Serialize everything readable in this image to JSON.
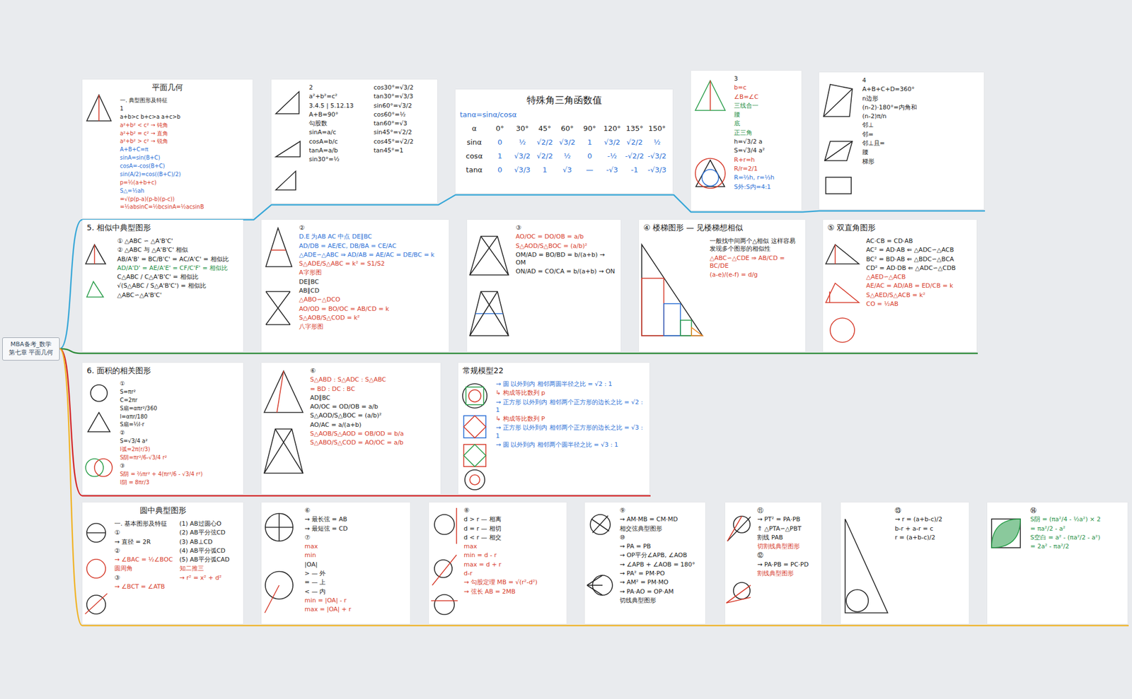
{
  "diagram": {
    "nodes": [
      {
        "text": [
          "MBA备考_数学 第七章 平面几何"
        ]
      },
      {
        "text": [
          "平面几何",
          "一. 典型图形及特征",
          "1",
          "a+b>c b+c>a a+c>b",
          "a²+b² < c² → 钝角",
          "a²+b² = c² → 直角",
          "a²+b² > c² → 锐角",
          "A+B+C=π",
          "sinA=sin(B+C)",
          "cosA=-cos(B+C)",
          "sin(A/2)=cos((B+C)/2)",
          "p=½(a+b+c)",
          "S△=½ah",
          "=√(p(p-a)(p-b)(p-c))",
          "=½absinC=½bcsinA=½acsinB"
        ]
      },
      {
        "text": [
          "2",
          "a²+b²=c²",
          "3.4.5 | 5.12.13",
          "A+B=90°",
          "勾股数",
          "sinA=a/c",
          "cosA=b/c",
          "tanA=a/b",
          "sin30°=½",
          "cos30°=√3/2",
          "tan30°=√3/3",
          "sin60°=√3/2",
          "cos60°=½",
          "tan60°=√3",
          "sin45°=√2/2",
          "cos45°=√2/2",
          "tan45°=1"
        ]
      },
      {
        "text": [
          "特殊角三角函数值",
          "tanα=sinα/cosα",
          "α",
          "0°",
          "30°",
          "45°",
          "60°",
          "90°",
          "120°",
          "135°",
          "150°",
          "sinα",
          "0",
          "½",
          "√2/2",
          "√3/2",
          "1",
          "√3/2",
          "√2/2",
          "½",
          "cosα",
          "1",
          "√3/2",
          "√2/2",
          "½",
          "0",
          "-½",
          "-√2/2",
          "-√3/2",
          "tanα",
          "0",
          "√3/3",
          "1",
          "√3",
          "—",
          "-√3",
          "-1",
          "-√3/3"
        ]
      },
      {
        "text": [
          "3",
          "b=c",
          "∠B=∠C",
          "三线合一",
          "腰",
          "底",
          "正三角",
          "h=√3/2 a",
          "S=√3/4 a²",
          "R+r=h",
          "R/r=2/1",
          "R=⅔h, r=⅓h",
          "S外:S内=4:1"
        ]
      },
      {
        "text": [
          "4",
          "A+B+C+D=360°",
          "n边形",
          "(n-2)·180°=内角和",
          "(n-2)π/n",
          "邻⊥",
          "邻=",
          "邻⊥且=",
          "腰",
          "梯形"
        ]
      },
      {
        "text": [
          "5. 相似中典型图形",
          "① △ABC ∽ △A'B'C'",
          "② △ABC 与 △A'B'C' 相似",
          "AB/A'B' = BC/B'C' = AC/A'C' = 相似比",
          "AD/A'D' = AE/A'E' = CF/C'F' = 相似比",
          "C△ABC / C△A'B'C' = 相似比",
          "√(S△ABC / S△A'B'C') = 相似比",
          "△ABC∽△A'B'C'"
        ]
      },
      {
        "text": [
          "②",
          "D.E 为AB AC 中点 DE∥BC",
          "AD/DB = AE/EC, DB/BA = CE/AC",
          "△ADE∽△ABC ⇒ AD/AB = AE/AC = DE/BC = k",
          "S△ADE/S△ABC = k² = S1/S2",
          "A字形图",
          "DE∥BC",
          "AB∥CD",
          "△ABO∽△DCO",
          "AO/OD = BO/OC = AB/CD = k",
          "S△AOB/S△COD = k²",
          "八字形图"
        ]
      },
      {
        "text": [
          "③",
          "AO/OC = DO/OB = a/b",
          "S△AOD/S△BOC = (a/b)²",
          "OM/AD = BO/BD = b/(a+b) → OM",
          "ON/AD = CO/CA = b/(a+b) → ON"
        ]
      },
      {
        "text": [
          "④ 楼梯图形 — 见楼梯想相似",
          "一般找中间两个△相似 这样容易发现多个图形的相似性",
          "△ABC∽△CDE ⇒ AB/CD = BC/DE",
          "(a-e)/(e-f) = d/g"
        ]
      },
      {
        "text": [
          "⑤ 双直角图形",
          "AC·CB = CD·AB",
          "AC² = AD·AB ⇐ △ADC∽△ACB",
          "BC² = BD·AB ⇐ △BDC∽△BCA",
          "CD² = AD·DB ⇐ △ADC∽△CDB",
          "△AED∽△ACB",
          "AE/AC = AD/AB = ED/CB = k",
          "S△AED/S△ACB = k²",
          "CO = ½AB"
        ]
      },
      {
        "text": [
          "6. 面积的相关图形",
          "①",
          "S=πr²",
          "C=2πr",
          "S扇=απr²/360",
          "l=απr/180",
          "S扇=½l·r",
          "②",
          "S=√3/4 a²",
          "l弧=2π(r/3)",
          "S阴=πr²/6-√3/4 r²",
          "③",
          "S阴 = ⅔πr² + 4(πr²/6 - √3/4 r²)",
          "l阴 = 8πr/3"
        ]
      },
      {
        "text": [
          "⑥",
          "S△ABD : S△ADC : S△ABC",
          "= BD : DC : BC",
          "AD∥BC",
          "AO/OC = OD/OB = a/b",
          "S△AOD/S△BOC = (a/b)²",
          "AO/AC = a/(a+b)",
          "S△AOB/S△AOD = OB/OD = b/a",
          "S△ABO/S△COD = AO/OC = a/b"
        ]
      },
      {
        "text": [
          "常规模型22",
          "→ 圆 以外到内 相邻两圆半径之比 = √2 : 1",
          "↳ 构成等比数列 p",
          "→ 正方形 以外到内 相邻两个正方形的边长之比 = √2 : 1",
          "↳ 构成等比数列 P",
          "→ 正方形 以外到内 相邻两个正方形的边长之比 = √3 : 1",
          "→ 圆 以外到内 相邻两个圆半径之比 = √3 : 1"
        ]
      },
      {
        "text": [
          "圆中典型图形",
          "一. 基本图形及特征",
          "①",
          "→ 直径 = 2R",
          "②",
          "→ ∠BAC = ½∠BOC",
          "圆周角",
          "③",
          "→ ∠BCT = ∠ATB",
          "(1) AB过圆心O",
          "(2) AB平分弦CD",
          "(3) AB⊥CD",
          "(4) AB平分弧CD",
          "(5) AB平分弧CAD",
          "知二推三",
          "→ r² = x² + d²"
        ]
      },
      {
        "text": [
          "⑥",
          "→ 最长弦 = AB",
          "→ 最短弦 = CD",
          "⑦",
          "max",
          "min",
          "|OA|",
          "> — 外",
          "= — 上",
          "< — 内",
          "min = |OA| - r",
          "max = |OA| + r"
        ]
      },
      {
        "text": [
          "⑧",
          "d > r — 相离",
          "d = r — 相切",
          "d < r — 相交",
          "max",
          "min = d - r",
          "max = d + r",
          "d-r",
          "→ 勾股定理 MB = √(r²-d²)",
          "→ 弦长 AB = 2MB"
        ]
      },
      {
        "text": [
          "⑨",
          "→ AM·MB = CM·MD",
          "相交弦典型图形",
          "⑩",
          "→ PA = PB",
          "→ OP平分∠APB, ∠AOB",
          "→ ∠APB + ∠AOB = 180°",
          "→ PA² = PM·PO",
          "→ AM² = PM·MO",
          "→ PA·AO = OP·AM",
          "切线典型图形"
        ]
      },
      {
        "text": [
          "⑪",
          "→ PT² = PA·PB",
          "⇑ △PTA∽△PBT",
          "割线 PAB",
          "切割线典型图形",
          "⑫",
          "→ PA·PB = PC·PD",
          "割线典型图形"
        ]
      },
      {
        "text": [
          "⑬",
          "→ r = (a+b-c)/2",
          "b-r + a-r = c",
          "r = (a+b-c)/2"
        ]
      },
      {
        "text": [
          "⑭",
          "S阴 = (πa²/4 - ½a²) × 2",
          "= πa²/2 - a²",
          "S空白 = a² - (πa²/2 - a²)",
          "= 2a² - πa²/2"
        ]
      }
    ],
    "edges": [
      {
        "from": 0,
        "to": 1,
        "arrow": "none"
      },
      {
        "from": 0,
        "to": 6,
        "arrow": "none"
      },
      {
        "from": 0,
        "to": 11,
        "arrow": "none"
      },
      {
        "from": 0,
        "to": 14,
        "arrow": "none"
      }
    ]
  }
}
